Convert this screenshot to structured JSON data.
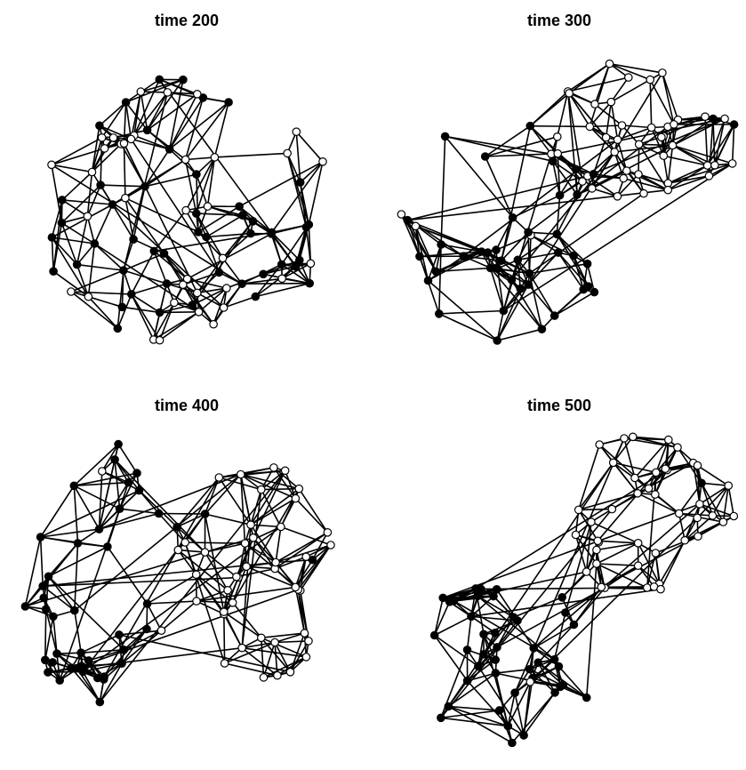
{
  "panels": [
    {
      "title": "time 200",
      "dark_ratio": 0.5,
      "node_count": 85
    },
    {
      "title": "time 300",
      "dark_ratio": 0.45,
      "node_count": 85
    },
    {
      "title": "time 400",
      "dark_ratio": 0.5,
      "node_count": 85
    },
    {
      "title": "time 500",
      "dark_ratio": 0.5,
      "node_count": 85
    }
  ],
  "colors": {
    "edge": "#000000",
    "dark_node": "#000000",
    "light_node": "#ffffff",
    "background": "#ffffff"
  }
}
